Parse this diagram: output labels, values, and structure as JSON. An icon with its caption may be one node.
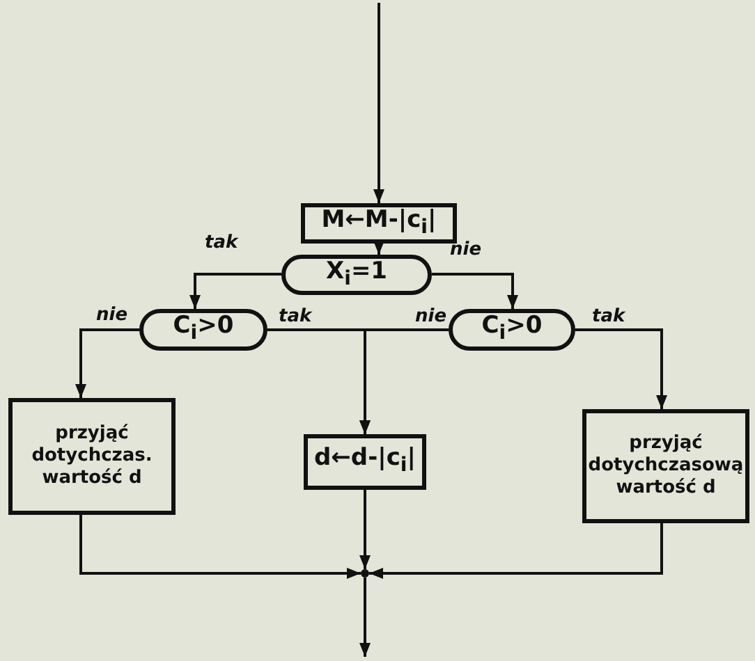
{
  "diagram": {
    "nodes": [
      {
        "text": [
          "M←M-|c$_{i}$|"
        ]
      },
      {
        "text": [
          "X$_{i}$=1"
        ]
      },
      {
        "text": [
          "C$_{i}$>0"
        ]
      },
      {
        "text": [
          "C$_{i}$>0"
        ]
      },
      {
        "text": [
          "przyjąć dotychczas. wartość d"
        ]
      },
      {
        "text": [
          "d←d-|c$_{i}$|"
        ]
      },
      {
        "text": [
          "przyjąć dotychczasową wartość d"
        ]
      },
      {
        "text": [],
        "shape": "circle"
      }
    ],
    "edges": [
      {
        "from": null,
        "to": 0,
        "arrow": "to"
      },
      {
        "from": 0,
        "to": 1,
        "arrow": "to"
      },
      {
        "from": 1,
        "to": 2,
        "label": "tak",
        "arrow": "to"
      },
      {
        "from": 1,
        "to": 3,
        "label": "nie",
        "arrow": "to"
      },
      {
        "from": 2,
        "to": 4,
        "label": "nie",
        "arrow": "to"
      },
      {
        "from": 2,
        "to": 5,
        "label": "tak",
        "arrow": "to"
      },
      {
        "from": 3,
        "to": 5,
        "label": "nie",
        "arrow": "to"
      },
      {
        "from": 3,
        "to": 6,
        "label": "tak",
        "arrow": "to"
      },
      {
        "from": 4,
        "to": 7,
        "arrow": "to"
      },
      {
        "from": 6,
        "to": 7,
        "arrow": "to"
      },
      {
        "from": 5,
        "to": 7,
        "arrow": "to"
      },
      {
        "from": 7,
        "to": null,
        "arrow": "to"
      }
    ]
  }
}
